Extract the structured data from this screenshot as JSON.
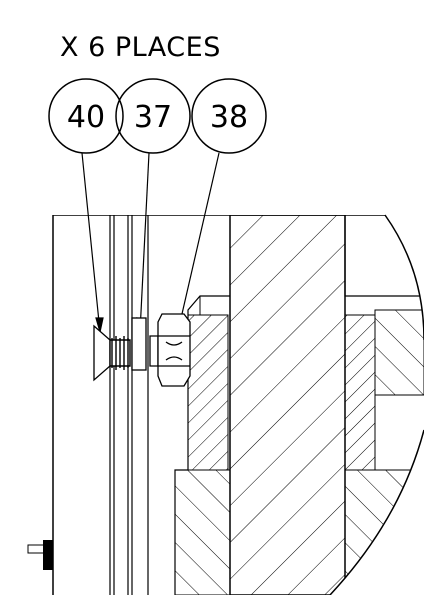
{
  "note": "X 6 PLACES",
  "balloons": [
    {
      "label": "40",
      "part": "countersunk-screw"
    },
    {
      "label": "37",
      "part": "washer"
    },
    {
      "label": "38",
      "part": "hex-nut"
    }
  ]
}
